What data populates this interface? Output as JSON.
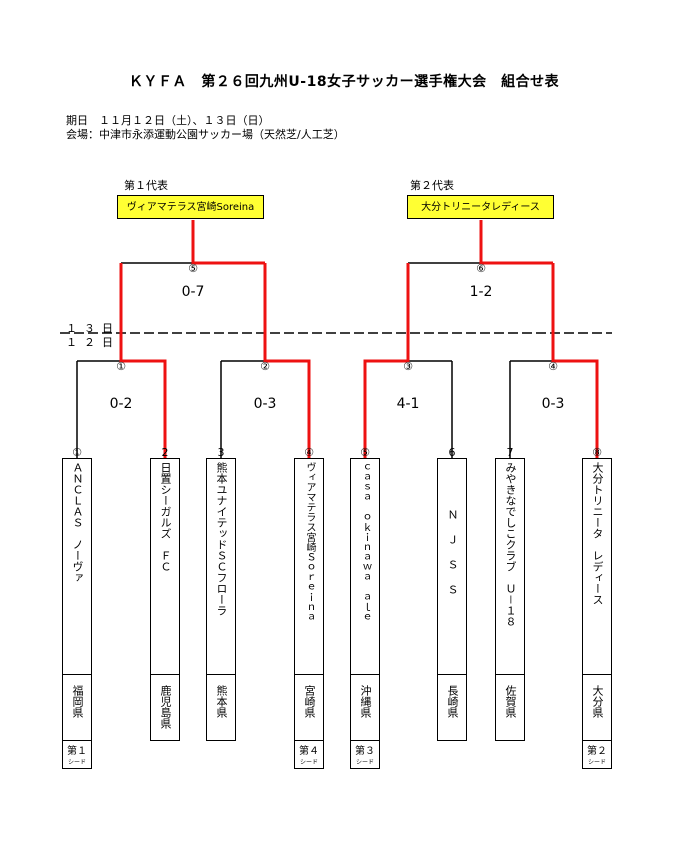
{
  "title": "ＫＹＦＡ　第２６回九州U-18女子サッカー選手権大会　組合せ表",
  "info": {
    "date_line": "期日　１１月１２日（土）、１３日（日）",
    "venue_line": "会場：中津市永添運動公園サッカー場（天然芝/人工芝）"
  },
  "day_labels": {
    "upper": "１３日",
    "lower": "１２日"
  },
  "representatives": [
    {
      "label": "第１代表",
      "team": "ヴィアマテラス宮崎Soreina"
    },
    {
      "label": "第２代表",
      "team": "大分トリニータレディース"
    }
  ],
  "matches": [
    {
      "no": "①",
      "score": "0-2"
    },
    {
      "no": "②",
      "score": "0-3"
    },
    {
      "no": "③",
      "score": "4-1"
    },
    {
      "no": "④",
      "score": "0-3"
    },
    {
      "no": "⑤",
      "score": "0-7"
    },
    {
      "no": "⑥",
      "score": "1-2"
    }
  ],
  "teams": [
    {
      "pos": "①",
      "name": "ＡＮＣＬＡＳ　ノーヴァ",
      "pref": "福岡県",
      "seed": "第１",
      "seed_note": "シード",
      "winner": false
    },
    {
      "pos": "2",
      "name": "日置シーガルズ　ＦＣ",
      "pref": "鹿児島県",
      "seed": null,
      "winner": true
    },
    {
      "pos": "3",
      "name": "熊本ユナイテッドＳＣフローラ",
      "pref": "熊本県",
      "seed": null,
      "winner": false
    },
    {
      "pos": "④",
      "name": "ヴィアマテラス宮崎Ｓｏｒｅｉｎａ",
      "pref": "宮崎県",
      "seed": "第４",
      "seed_note": "シード",
      "winner": true
    },
    {
      "pos": "⑤",
      "name": "ｃａｓａ　ｏｋｉｎａｗａ　ａｌｅ",
      "pref": "沖縄県",
      "seed": "第３",
      "seed_note": "シード",
      "winner": true
    },
    {
      "pos": "6",
      "name": "ＮＪＳＳ",
      "pref": "長崎県",
      "seed": null,
      "winner": false
    },
    {
      "pos": "7",
      "name": "みやきなでしこクラブ　Ｕ－１８",
      "pref": "佐賀県",
      "seed": null,
      "winner": false
    },
    {
      "pos": "⑧",
      "name": "大分トリニータ　レディース",
      "pref": "大分県",
      "seed": "第２",
      "seed_note": "シード",
      "winner": true
    }
  ],
  "colors": {
    "winner_line": "#ee1111",
    "rep_box_bg": "#ffff33"
  }
}
